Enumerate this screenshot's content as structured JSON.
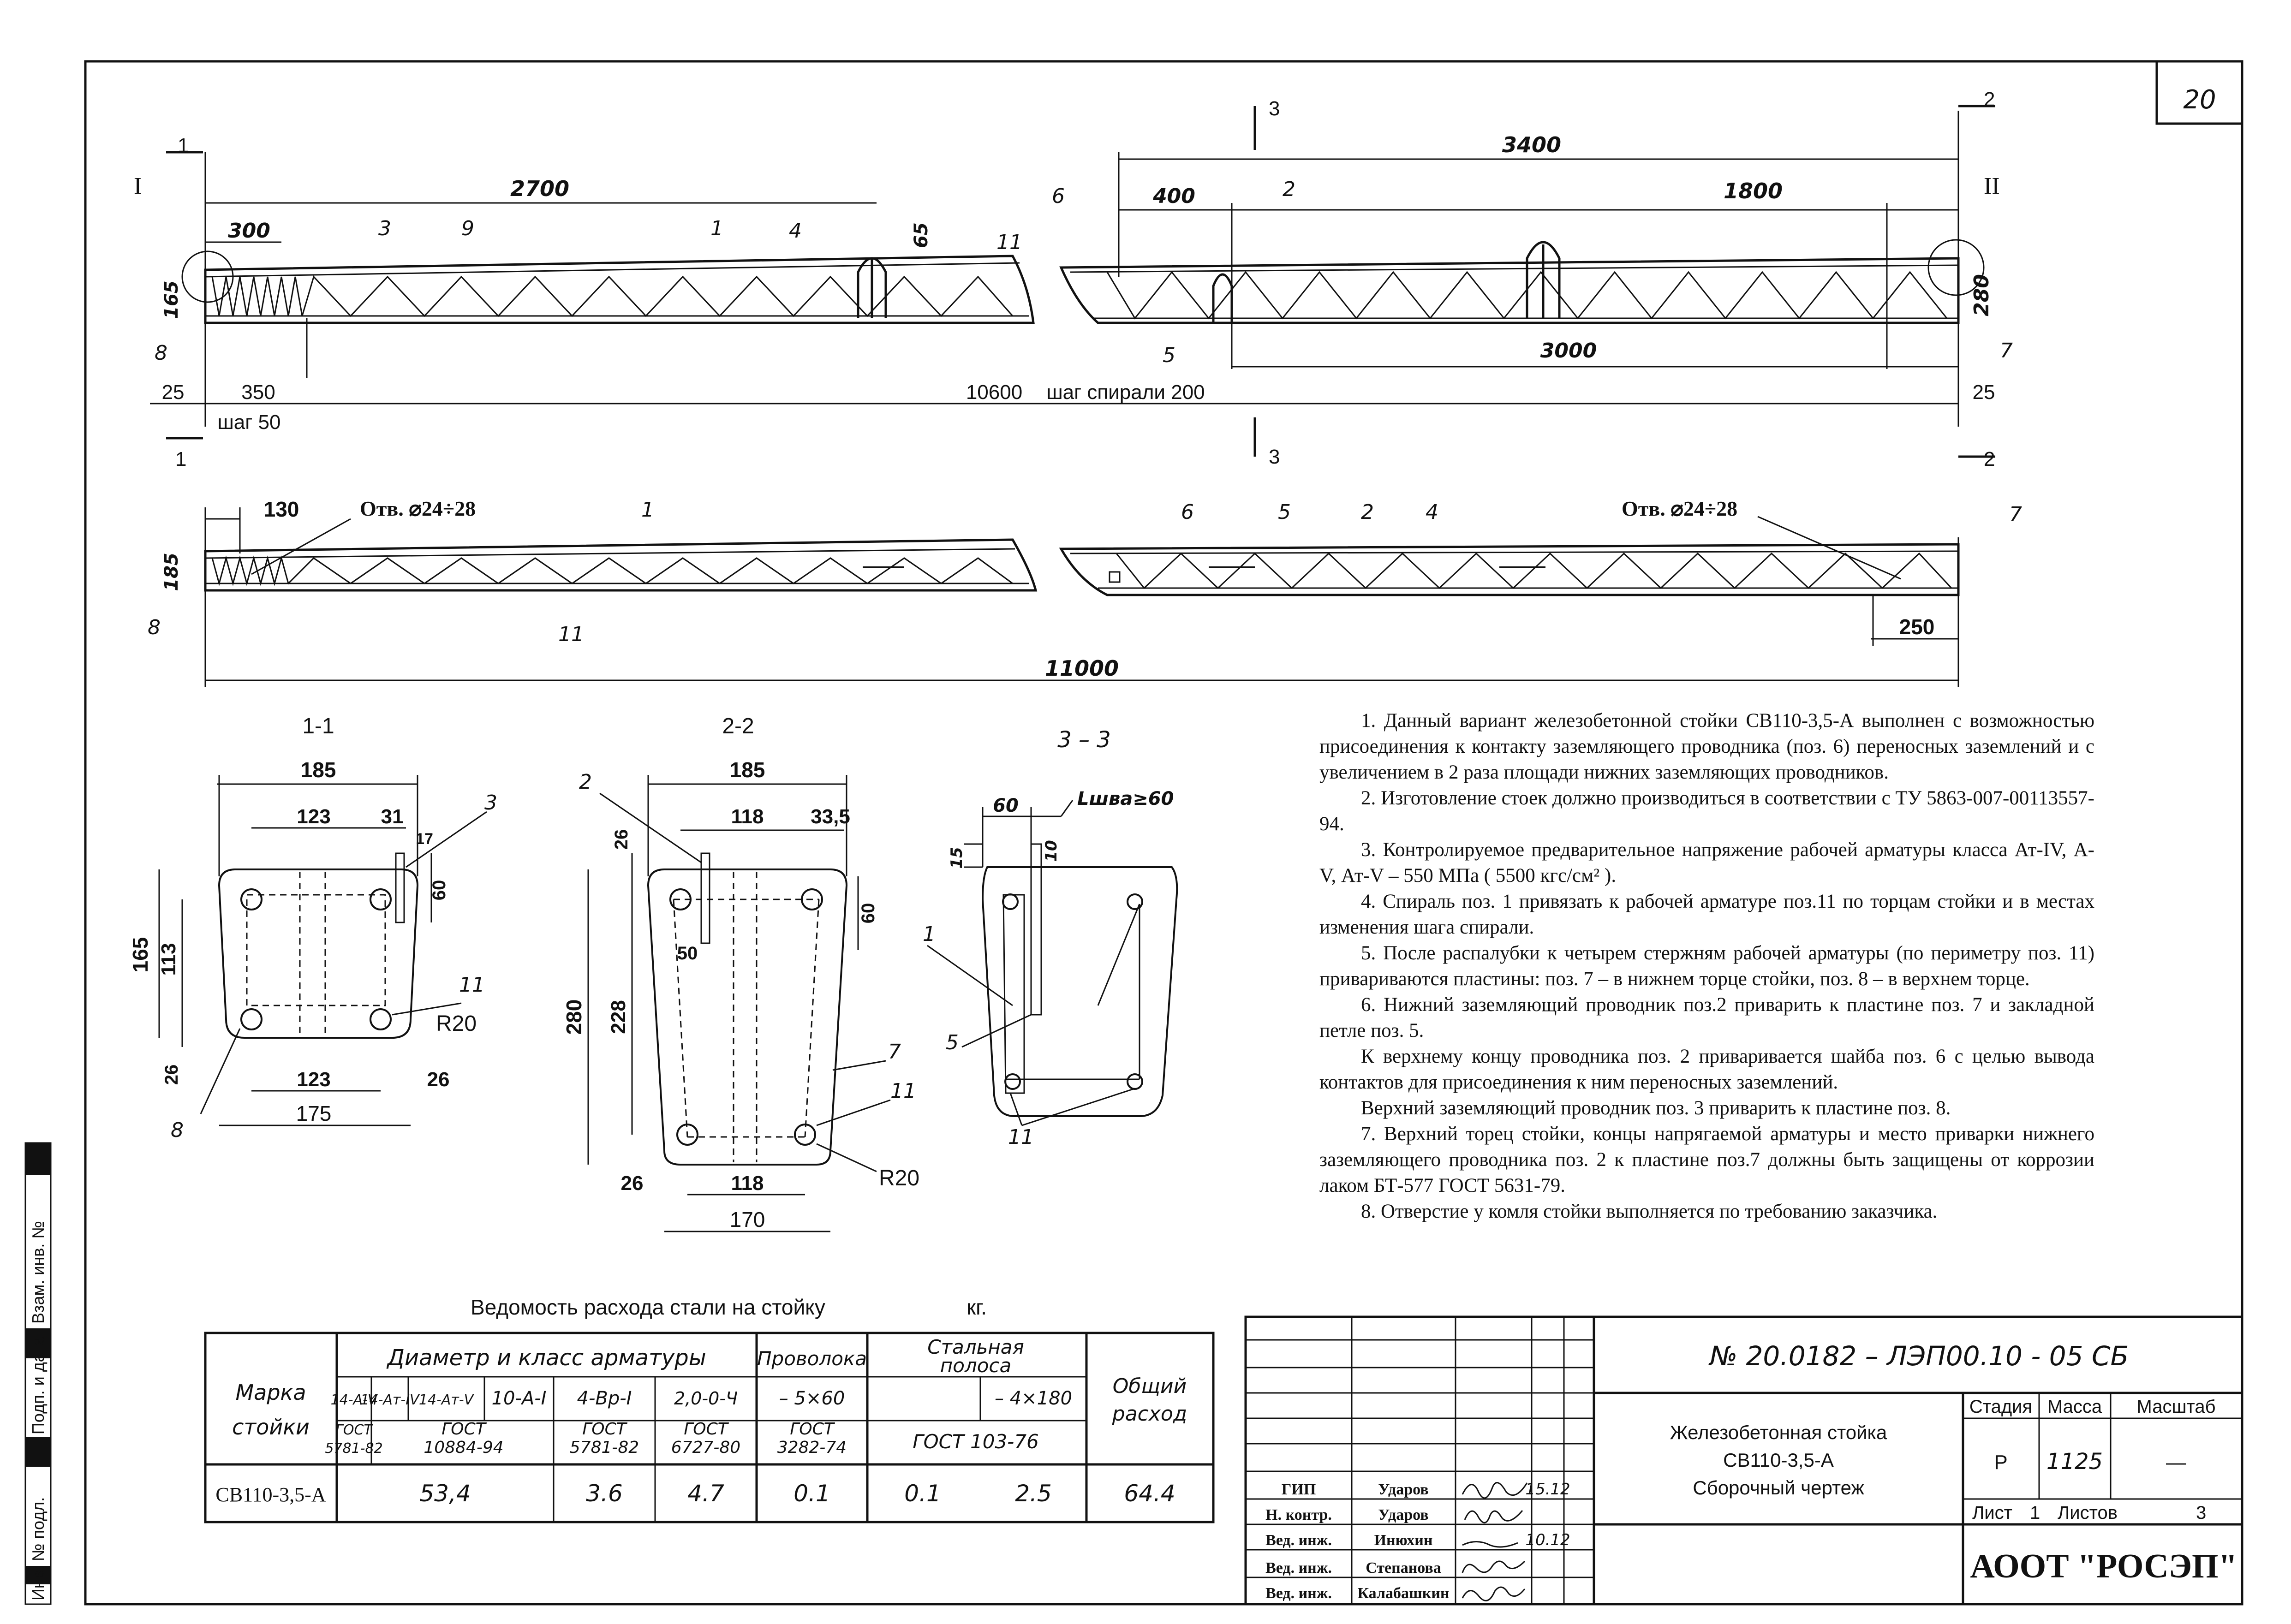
{
  "sheet_number": "20",
  "elevation": {
    "dims_top": [
      "2700",
      "3400",
      "300",
      "400",
      "1800",
      "65",
      "165",
      "280",
      "350",
      "3000",
      "25",
      "25"
    ],
    "spiral_pitch": "шаг спирали 200",
    "length_label": "10600",
    "step_50": "шаг 50",
    "section_marks": [
      "1",
      "1",
      "2",
      "2",
      "3",
      "3"
    ],
    "node_marks": [
      "I",
      "II"
    ],
    "pos_top": [
      "3",
      "9",
      "1",
      "4",
      "11",
      "6",
      "2",
      "8",
      "5",
      "7"
    ]
  },
  "plan": {
    "dims": [
      "130",
      "185",
      "250",
      "11000"
    ],
    "hole_left": "Отв. ⌀24÷28",
    "hole_right": "Отв. ⌀24÷28",
    "pos": [
      "1",
      "8",
      "11",
      "6",
      "5",
      "2",
      "4",
      "7"
    ]
  },
  "sections": {
    "s11": {
      "title": "1-1",
      "dims": [
        "185",
        "123",
        "31",
        "17",
        "60",
        "165",
        "113",
        "26",
        "123",
        "26",
        "175"
      ],
      "radius": "R20",
      "pos": [
        "3",
        "11",
        "8"
      ]
    },
    "s22": {
      "title": "2-2",
      "dims": [
        "185",
        "118",
        "33,5",
        "26",
        "60",
        "50",
        "280",
        "228",
        "26",
        "118",
        "170"
      ],
      "radius": "R20",
      "pos": [
        "2",
        "7",
        "11"
      ]
    },
    "s33": {
      "title": "3 – 3",
      "dims": [
        "60",
        "Lшва≥60",
        "15",
        "10"
      ],
      "pos": [
        "1",
        "5",
        "11"
      ]
    }
  },
  "notes": [
    "1. Данный вариант железобетонной стойки СВ110-3,5-А выполнен с возможностью присоединения к контакту заземляющего проводника (поз. 6) переносных заземлений и с увеличением в 2 раза площади нижних заземляющих проводников.",
    "2. Изготовление стоек должно производиться в соответствии с ТУ 5863-007-00113557-94.",
    "3. Контролируемое предварительное напряжение рабочей арматуры класса Ат-IV, А-V, Ат-V – 550 МПа ( 5500 кгс/см² ).",
    "4. Спираль поз. 1 привязать к рабочей арматуре поз.11 по торцам стойки и в местах изменения шага спирали.",
    "5. После распалубки к четырем стержням рабочей арматуры (по периметру поз. 11) привариваются пластины: поз. 7 – в нижнем торце стойки, поз. 8 – в верхнем торце.",
    "6. Нижний заземляющий проводник поз.2 приварить к пластине поз. 7 и закладной петле поз. 5.",
    "К верхнему концу проводника поз. 2 приваривается шайба поз. 6 с целью вывода контактов для присоединения к ним переносных заземлений.",
    "Верхний заземляющий проводник поз. 3 приварить к пластине поз. 8.",
    "7. Верхний торец стойки, концы напрягаемой арматуры и место приварки нижнего заземляющего проводника поз. 2 к пластине поз.7 должны быть защищены от коррозии лаком БТ-577 ГОСТ 5631-79.",
    "8. Отверстие у комля стойки выполняется по требованию заказчика."
  ],
  "steel_table": {
    "title": "Ведомость расхода стали на стойку",
    "unit": "кг.",
    "h_mark": [
      "Марка",
      "стойки"
    ],
    "h_diam": "Диаметр и класс арматуры",
    "h_wire": "Проволока",
    "h_strip": [
      "Стальная",
      "полоса"
    ],
    "h_total": [
      "Общий",
      "расход"
    ],
    "sub": [
      "14-А-V",
      "14-Ат-IV",
      "14-Ат-V",
      "10-А-I",
      "4-Вр-I",
      "2,0-0-Ч",
      "– 5×60",
      "– 4×180"
    ],
    "gost": [
      [
        "ГОСТ",
        "5781-82"
      ],
      [
        "ГОСТ",
        "10884-94"
      ],
      [
        "ГОСТ",
        "5781-82"
      ],
      [
        "ГОСТ",
        "6727-80"
      ],
      [
        "ГОСТ",
        "3282-74"
      ],
      [
        "ГОСТ 103-76"
      ]
    ],
    "row": {
      "mark": "СВ110-3,5-А",
      "values": [
        "53,4",
        "3.6",
        "4.7",
        "0.1",
        "0.1",
        "2.5",
        "64.4"
      ]
    }
  },
  "title_block": {
    "doc_code": "№ 20.0182 – ЛЭП00.10 - 05 СБ",
    "name": [
      "Железобетонная стойка",
      "СВ110-3,5-А",
      "Сборочный чертеж"
    ],
    "h_stage": "Стадия",
    "h_mass": "Масса",
    "h_scale": "Масштаб",
    "stage": "Р",
    "mass": "1125",
    "scale": "—",
    "sheet_label": "Лист",
    "sheet": "1",
    "sheets_label": "Листов",
    "sheets": "3",
    "company": "АООТ \"РОСЭП\"",
    "roles": [
      "ГИП",
      "Н. контр.",
      "Вед. инж.",
      "Вед. инж.",
      "Вед. инж."
    ],
    "names": [
      "Ударов",
      "Ударов",
      "Инюхин",
      "Степанова",
      "Калабашкин"
    ],
    "dates": [
      "15.12",
      "",
      "10.12",
      "",
      ""
    ]
  },
  "margin_stamp": [
    "Инв. № подл.",
    "Подп. и дата",
    "Взам. инв. №"
  ]
}
